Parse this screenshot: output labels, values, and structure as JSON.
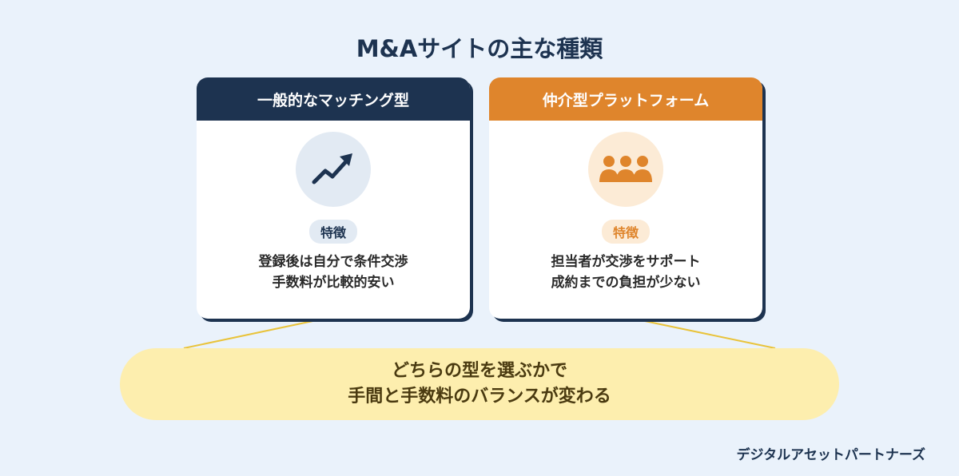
{
  "title": "M&Aサイトの主な種類",
  "cards": [
    {
      "header": "一般的なマッチング型",
      "icon": "trend-up-icon",
      "badge": "特徴",
      "desc_lines": [
        "登録後は自分で条件交渉",
        "手数料が比較的安い"
      ]
    },
    {
      "header": "仲介型プラットフォーム",
      "icon": "people-group-icon",
      "badge": "特徴",
      "desc_lines": [
        "担当者が交渉をサポート",
        "成約までの負担が少ない"
      ]
    }
  ],
  "conclusion_lines": [
    "どちらの型を選ぶかで",
    "手間と手数料のバランスが変わる"
  ],
  "brand": "デジタルアセットパートナーズ",
  "colors": {
    "navy": "#1d3350",
    "orange": "#df852c",
    "connector": "#e9c33a",
    "conclusion_bg": "#fdeeae"
  }
}
